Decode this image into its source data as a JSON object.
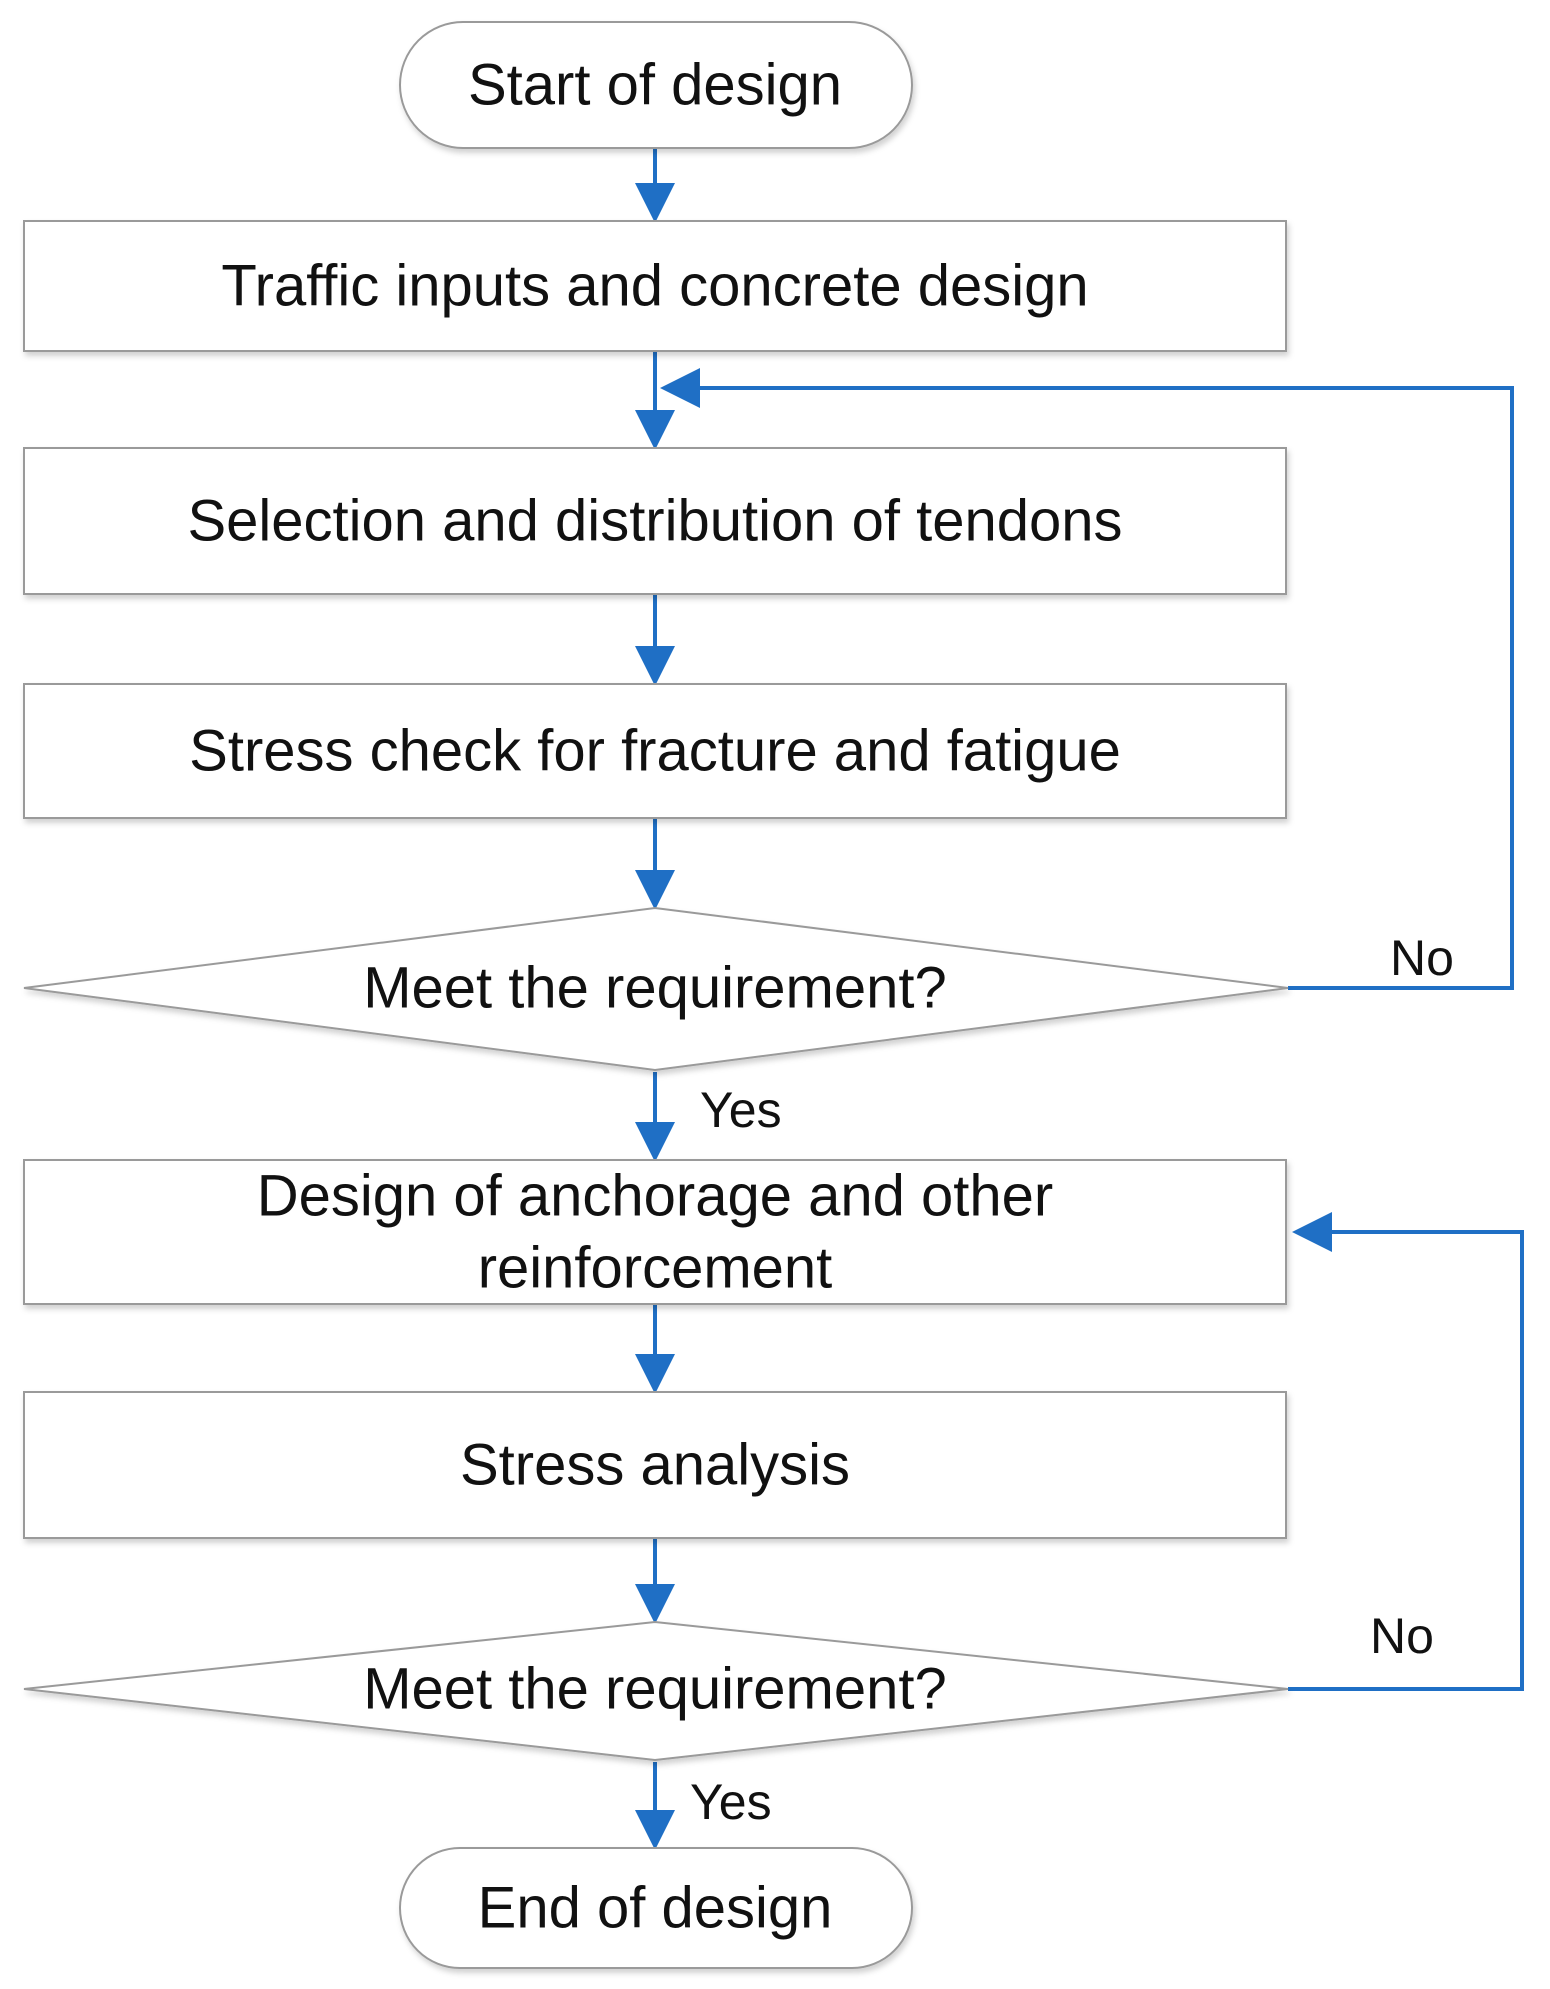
{
  "colors": {
    "connector": "#1f6fc5",
    "border": "#9a9a9a",
    "text": "#111111",
    "background": "#ffffff"
  },
  "nodes": {
    "start": {
      "label": "Start of design",
      "shape": "rounded-terminal"
    },
    "traffic_inputs": {
      "label": "Traffic inputs and concrete design",
      "shape": "process"
    },
    "tendon_selection": {
      "label": "Selection and distribution of tendons",
      "shape": "process"
    },
    "stress_check": {
      "label": "Stress check for fracture and fatigue",
      "shape": "process"
    },
    "decision_1": {
      "label": "Meet the requirement?",
      "shape": "decision"
    },
    "anchorage_design": {
      "label_lines": [
        "Design of anchorage and other",
        "reinforcement"
      ],
      "shape": "process"
    },
    "stress_analysis": {
      "label": "Stress analysis",
      "shape": "process"
    },
    "decision_2": {
      "label": "Meet the requirement?",
      "shape": "decision"
    },
    "end": {
      "label": "End of design",
      "shape": "rounded-terminal"
    }
  },
  "edges": {
    "decision_1_yes": "Yes",
    "decision_1_no": "No",
    "decision_2_yes": "Yes",
    "decision_2_no": "No"
  }
}
